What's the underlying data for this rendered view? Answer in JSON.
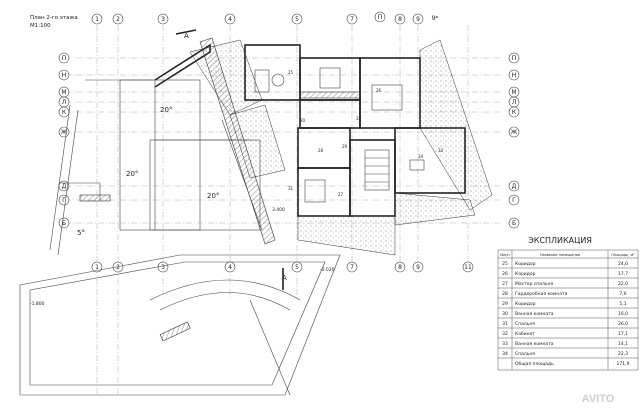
{
  "sheet": {
    "title": "План 2-го этажа",
    "scale": "М1:100"
  },
  "axes": {
    "top": [
      "1",
      "2",
      "3",
      "4",
      "5",
      "7",
      "П",
      "8",
      "9",
      "9*"
    ],
    "bottom": [
      "1",
      "2",
      "3",
      "4",
      "5",
      "7",
      "8",
      "9",
      "11"
    ],
    "left": [
      "П",
      "Н",
      "М",
      "Л",
      "К",
      "Ж",
      "Д",
      "Г",
      "Б"
    ],
    "right": [
      "П",
      "Н",
      "М",
      "Л",
      "К",
      "Ж",
      "Д",
      "Г",
      "Б"
    ]
  },
  "slopes": [
    "20°",
    "20°",
    "20°",
    "5°"
  ],
  "levels": [
    "3.400",
    "-0.020",
    "-1.800"
  ],
  "section_marks": [
    "А",
    "А"
  ],
  "explication": {
    "title": "ЭКСПЛИКАЦИЯ",
    "headers": [
      "№п/п",
      "Название помещения",
      "Площадь, м²"
    ],
    "rows": [
      {
        "n": "25",
        "name": "Коридор",
        "area": "24,0"
      },
      {
        "n": "26",
        "name": "Коридор",
        "area": "17,7"
      },
      {
        "n": "27",
        "name": "Мастер спальня",
        "area": "22,0"
      },
      {
        "n": "28",
        "name": "Гардеробная комната",
        "area": "7,6"
      },
      {
        "n": "29",
        "name": "Коридор",
        "area": "5,1"
      },
      {
        "n": "30",
        "name": "Ванная комната",
        "area": "16,0"
      },
      {
        "n": "31",
        "name": "Спальня",
        "area": "26,0"
      },
      {
        "n": "32",
        "name": "Кабинет",
        "area": "17,1"
      },
      {
        "n": "33",
        "name": "Ванная комната",
        "area": "14,1"
      },
      {
        "n": "34",
        "name": "Спальня",
        "area": "22,3"
      }
    ],
    "total_label": "Общая площадь",
    "total_value": "171,9"
  },
  "watermark": "AVITO"
}
